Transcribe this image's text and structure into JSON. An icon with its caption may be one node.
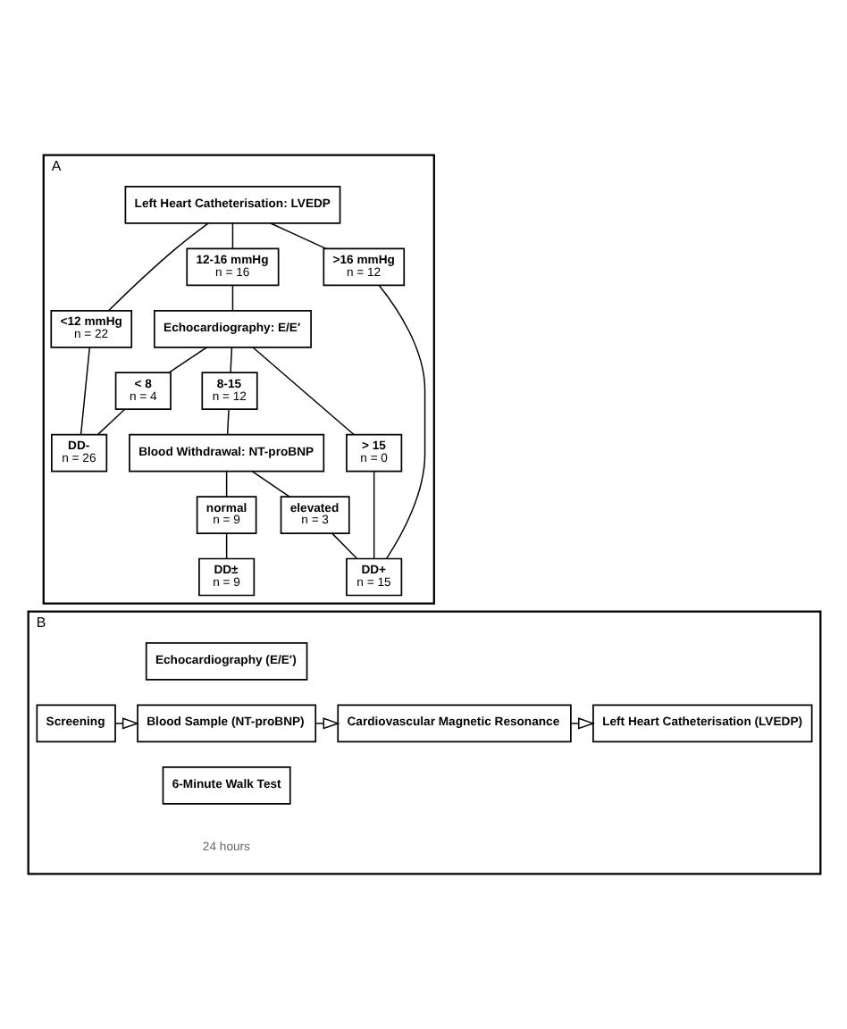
{
  "diagram": {
    "nodes": [
      {
        "text": [
          "A"
        ]
      },
      {
        "text": [
          "Left Heart Catheterisation: LVEDP"
        ],
        "in": 0
      },
      {
        "text": [
          "<12 mmHg",
          "n = 22"
        ],
        "in": 0
      },
      {
        "text": [
          "12-16 mmHg",
          "n = 16"
        ],
        "in": 0
      },
      {
        "text": [
          ">16 mmHg",
          "n = 12"
        ],
        "in": 0
      },
      {
        "text": [
          "Echocardiography: E/E′"
        ],
        "in": 0
      },
      {
        "text": [
          "< 8",
          "n = 4"
        ],
        "in": 0
      },
      {
        "text": [
          "8-15",
          "n = 12"
        ],
        "in": 0
      },
      {
        "text": [
          "> 15",
          "n = 0"
        ],
        "in": 0
      },
      {
        "text": [
          "Blood Withdrawal: NT-proBNP"
        ],
        "in": 0
      },
      {
        "text": [
          "normal",
          "n = 9"
        ],
        "in": 0
      },
      {
        "text": [
          "elevated",
          "n = 3"
        ],
        "in": 0
      },
      {
        "text": [
          "DD-",
          "n = 26"
        ],
        "in": 0
      },
      {
        "text": [
          "DD±",
          "n = 9"
        ],
        "in": 0
      },
      {
        "text": [
          "DD+",
          "n = 15"
        ],
        "in": 0
      },
      {
        "text": [
          "B"
        ]
      },
      {
        "text": [
          "Screening"
        ],
        "in": 15
      },
      {
        "text": [
          "Echocardiography (E/E′)"
        ],
        "in": 15
      },
      {
        "text": [
          "Blood Sample (NT-proBNP)"
        ],
        "in": 15
      },
      {
        "text": [
          "6-Minute Walk Test"
        ],
        "in": 15
      },
      {
        "text": [
          "Cardiovascular Magnetic Resonance"
        ],
        "in": 15
      },
      {
        "text": [
          "Left Heart Catheterisation (LVEDP)"
        ],
        "in": 15
      }
    ],
    "edges": [
      {
        "from": 1,
        "to": 2,
        "arrow": "none"
      },
      {
        "from": 1,
        "to": 3,
        "arrow": "none"
      },
      {
        "from": 1,
        "to": 4,
        "arrow": "none"
      },
      {
        "from": 3,
        "to": 5,
        "arrow": "none"
      },
      {
        "from": 5,
        "to": 6,
        "arrow": "none"
      },
      {
        "from": 5,
        "to": 7,
        "arrow": "none"
      },
      {
        "from": 5,
        "to": 8,
        "arrow": "none"
      },
      {
        "from": 7,
        "to": 9,
        "arrow": "none"
      },
      {
        "from": 9,
        "to": 10,
        "arrow": "none"
      },
      {
        "from": 9,
        "to": 11,
        "arrow": "none"
      },
      {
        "from": 2,
        "to": 12,
        "arrow": "none"
      },
      {
        "from": 6,
        "to": 12,
        "arrow": "none"
      },
      {
        "from": 10,
        "to": 13,
        "arrow": "none"
      },
      {
        "from": 11,
        "to": 14,
        "arrow": "none"
      },
      {
        "from": 8,
        "to": 14,
        "arrow": "none"
      },
      {
        "from": 4,
        "to": 14,
        "arrow": "none"
      },
      {
        "from": 16,
        "to": 18,
        "arrow": "to"
      },
      {
        "from": 18,
        "to": 20,
        "arrow": "to"
      },
      {
        "from": 20,
        "to": 21,
        "arrow": "to"
      }
    ],
    "labels": [
      "24 hours"
    ]
  }
}
